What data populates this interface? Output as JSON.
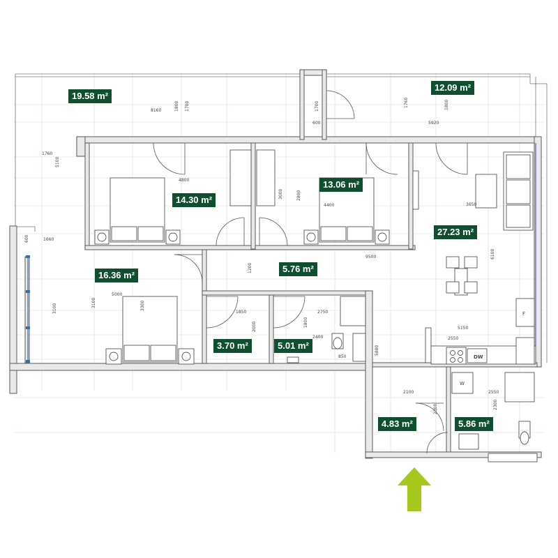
{
  "rooms": [
    {
      "id": "terrace-west",
      "area": "19.58 m²"
    },
    {
      "id": "terrace-east",
      "area": "12.09 m²"
    },
    {
      "id": "bedroom-north",
      "area": "14.30 m²"
    },
    {
      "id": "bedroom-middle",
      "area": "13.06 m²"
    },
    {
      "id": "living-kitchen",
      "area": "27.23 m²"
    },
    {
      "id": "bedroom-west",
      "area": "16.36 m²"
    },
    {
      "id": "corridor",
      "area": "5.76 m²"
    },
    {
      "id": "bathroom-1",
      "area": "3.70 m²"
    },
    {
      "id": "bathroom-2",
      "area": "5.01 m²"
    },
    {
      "id": "hall",
      "area": "4.83 m²"
    },
    {
      "id": "bathroom-3",
      "area": "5.86 m²"
    }
  ],
  "dimensions": [
    "8160",
    "1800",
    "1700",
    "1760",
    "5100",
    "1700",
    "600",
    "1760",
    "1800",
    "5920",
    "4800",
    "3000",
    "2800",
    "4400",
    "3650",
    "600",
    "1660",
    "9500",
    "6100",
    "5000",
    "3100",
    "3100",
    "3300",
    "1200",
    "1850",
    "2750",
    "2000",
    "1800",
    "2400",
    "850",
    "5880",
    "5150",
    "2550",
    "2100",
    "2300",
    "2550",
    "2300"
  ],
  "appliance_labels": {
    "dishwasher": "DW",
    "washer": "W",
    "fridge": "F"
  },
  "colors": {
    "label_bg": "#0f4e2e",
    "entrance_arrow": "#a6c81d"
  }
}
